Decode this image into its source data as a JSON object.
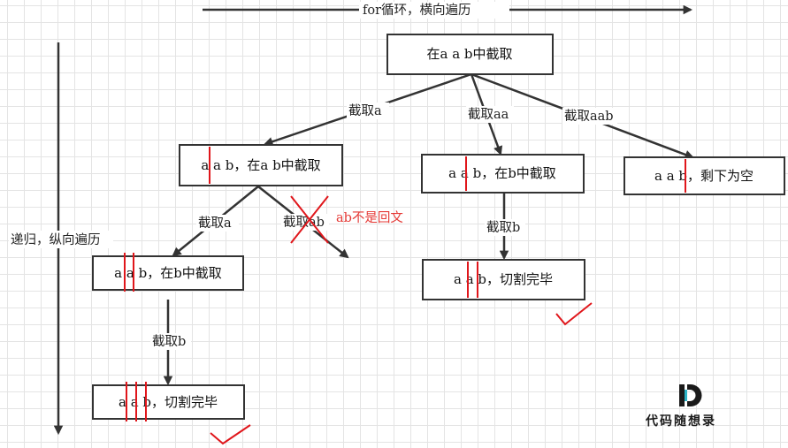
{
  "axes": {
    "horizontal_label": "for循环，横向遍历",
    "vertical_label": "递归，纵向遍历"
  },
  "nodes": {
    "root": "在a a b中截取",
    "level1_left": "a a b，在a b中截取",
    "level1_mid": "a a b，在b中截取",
    "level1_right": "a a b，剩下为空",
    "level2_left": "a a b，在b中截取",
    "level2_mid": "a a b，切割完毕",
    "level3_left": "a a b，切割完毕"
  },
  "edges": {
    "root_to_left": "截取a",
    "root_to_mid": "截取aa",
    "root_to_right": "截取aab",
    "left_to_left": "截取a",
    "left_to_rejected": "截取ab",
    "mid_to_mid": "截取b",
    "left2_to_left3": "截取b"
  },
  "notes": {
    "not_palindrome": "ab不是回文"
  },
  "logo": {
    "glyph": "D",
    "text": "代码随想录"
  },
  "colors": {
    "cut_marker": "#e0161b",
    "box_border": "#333333",
    "grid": "#e4e4e4",
    "logo_accent": "#2bb3c6"
  }
}
